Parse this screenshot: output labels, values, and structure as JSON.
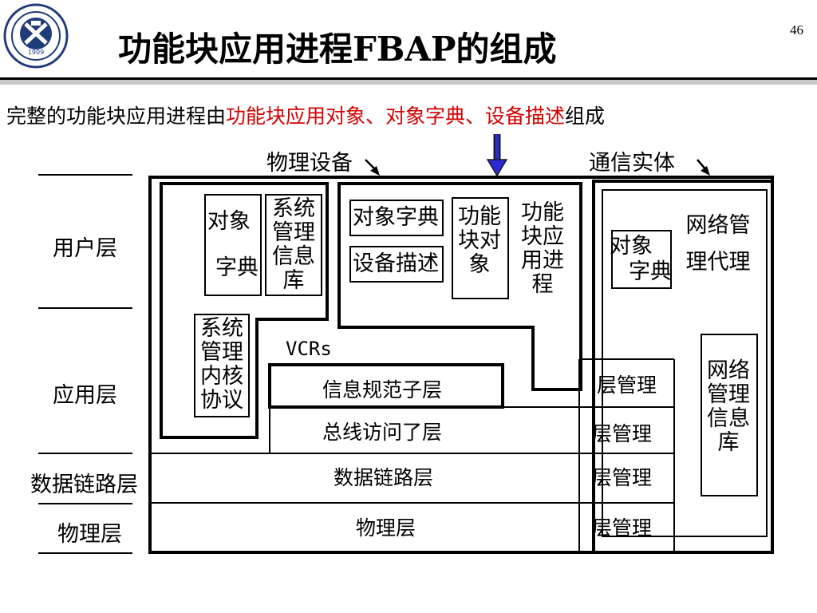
{
  "slide": {
    "title": "功能块应用进程FBAP的组成",
    "page_number": "46",
    "subtitle_prefix": "完整的功能块应用进程由",
    "subtitle_highlight": "功能块应用对象、对象字典、设备描述",
    "subtitle_suffix": "组成",
    "logo_year": "1909",
    "colors": {
      "highlight": "#d40000",
      "arrow": "#2b2bd6",
      "rule": "#000000"
    }
  },
  "diagram": {
    "top_labels": {
      "physical_device": "物理设备",
      "comm_entity": "通信实体"
    },
    "layer_labels": {
      "user": "用户层",
      "application": "应用层",
      "datalink": "数据链路层",
      "physical": "物理层"
    },
    "left_block": {
      "object_dict_line1": "对象",
      "object_dict_line2": "字典",
      "sys_mgmt_info": "系统管理信息库",
      "sys_mgmt_kernel": "系统管理内核协议"
    },
    "vcrs": "VCRs",
    "middle_block": {
      "object_dict": "对象字典",
      "device_desc": "设备描述",
      "fb_object": "功能块对象",
      "fb_app_process": "功能块应用进程"
    },
    "right_block": {
      "net_mgmt_agent": "网络管理代理",
      "object_dict_line1": "对象",
      "object_dict_line2": "字典",
      "net_mgmt_info": "网络管理信息库"
    },
    "stack": {
      "fms": "信息规范子层",
      "fas": "总线访问了层",
      "datalink": "数据链路层",
      "physical": "物理层",
      "layer_mgmt": "层管理"
    }
  }
}
